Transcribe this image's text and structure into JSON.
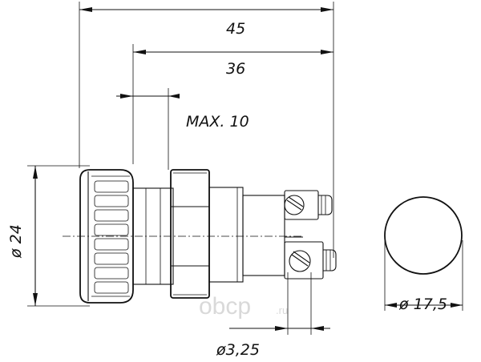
{
  "dimensions": {
    "overall_length": "45",
    "body_length": "36",
    "max_panel": "MAX. 10",
    "diameter_cap": "ø 24",
    "diameter_hole": "ø 17,5",
    "diameter_terminal": "ø3,25"
  },
  "watermark": {
    "brand": "obcp",
    "domain": ".ru"
  }
}
